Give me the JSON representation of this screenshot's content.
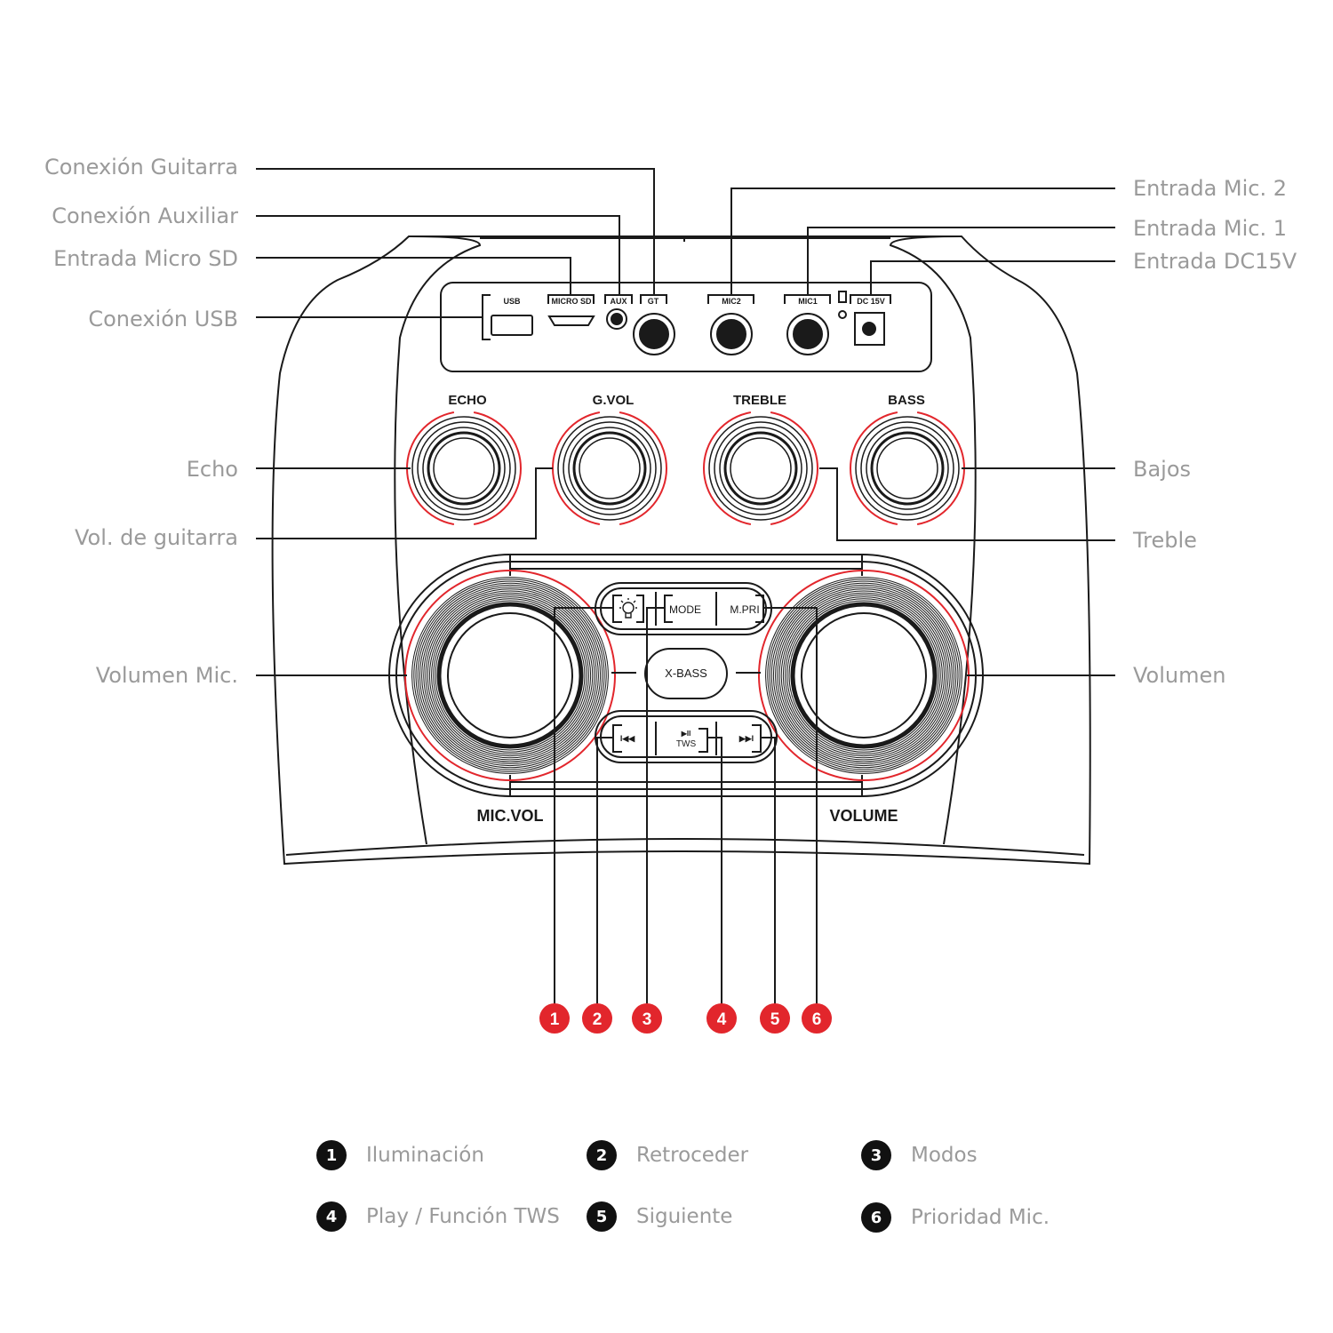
{
  "callouts": {
    "guitar": "Conexión Guitarra",
    "aux": "Conexión Auxiliar",
    "microsd": "Entrada Micro SD",
    "usb": "Conexión USB",
    "echo": "Echo",
    "guitar_vol": "Vol. de guitarra",
    "mic_vol": "Volumen Mic.",
    "mic2": "Entrada Mic. 2",
    "mic1": "Entrada Mic. 1",
    "dc": "Entrada DC15V",
    "bass": "Bajos",
    "treble": "Treble",
    "volume": "Volumen"
  },
  "panel_labels": {
    "usb": "USB",
    "microsd": "MICRO SD",
    "aux": "AUX",
    "gt": "GT",
    "mic2": "MIC2",
    "mic1": "MIC1",
    "dc": "DC 15V"
  },
  "knob_labels": {
    "echo": "ECHO",
    "gvol": "G.VOL",
    "treble": "TREBLE",
    "bass": "BASS",
    "micvol": "MIC.VOL",
    "volume": "VOLUME"
  },
  "buttons": {
    "mode": "MODE",
    "mpri": "M.PRI",
    "xbass": "X-BASS",
    "play": "▶II",
    "tws": "TWS",
    "prev": "I◀◀",
    "next": "▶▶I"
  },
  "markers": [
    "1",
    "2",
    "3",
    "4",
    "5",
    "6"
  ],
  "legend": [
    {
      "num": "1",
      "text": "Iluminación"
    },
    {
      "num": "2",
      "text": "Retroceder"
    },
    {
      "num": "3",
      "text": "Modos"
    },
    {
      "num": "4",
      "text": "Play / Función TWS"
    },
    {
      "num": "5",
      "text": "Siguiente"
    },
    {
      "num": "6",
      "text": "Prioridad Mic."
    }
  ],
  "colors": {
    "accent_red": "#e2262c",
    "line": "#1a1a1a",
    "label_gray": "#9a9a9a"
  }
}
